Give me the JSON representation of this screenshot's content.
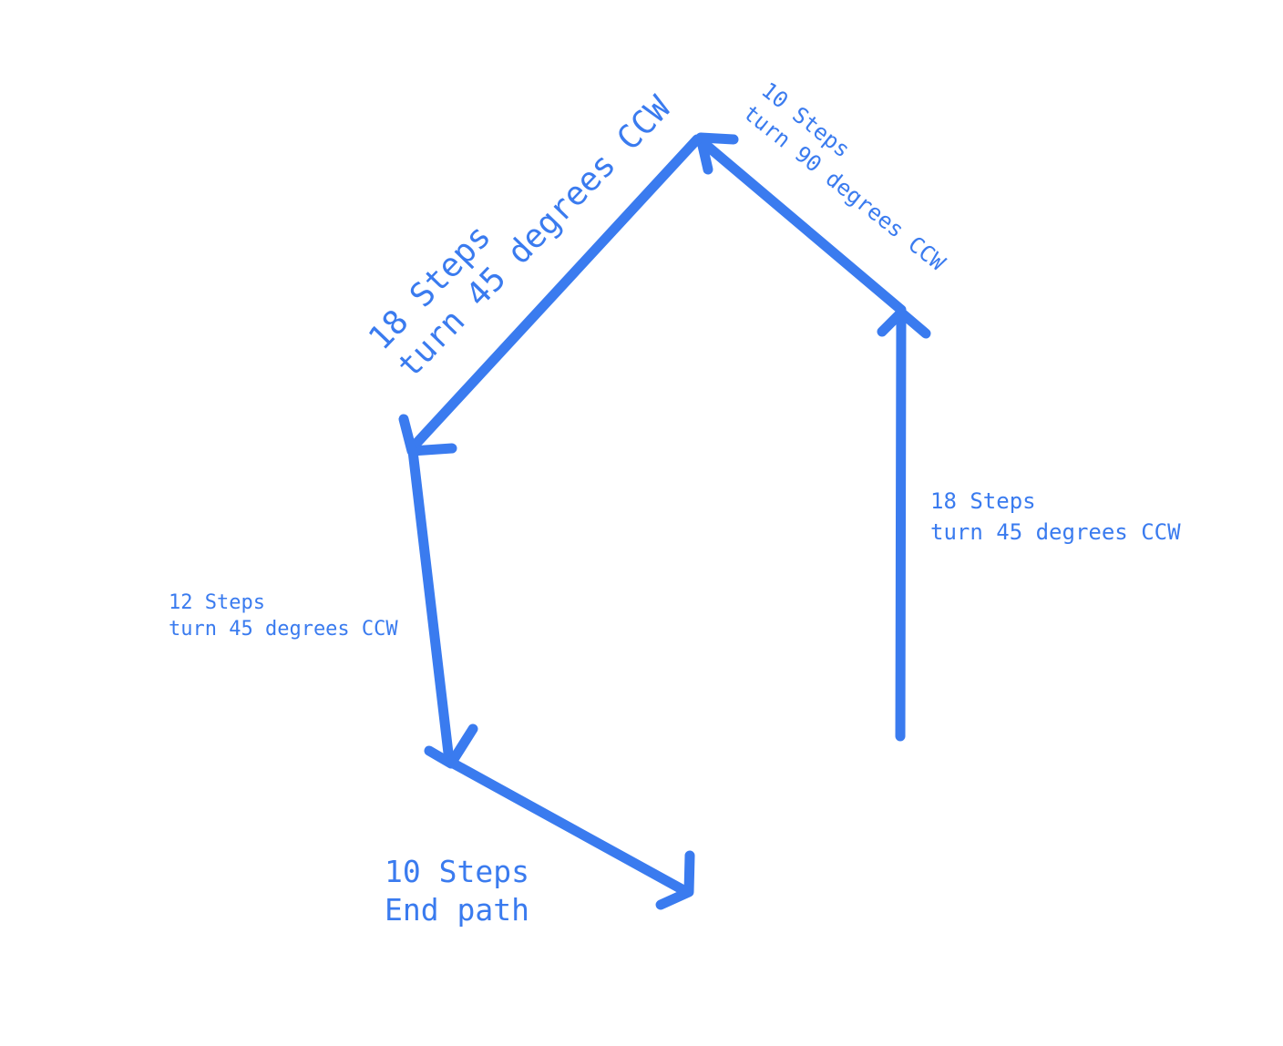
{
  "diagram": {
    "accent_color": "#3A7BEF",
    "background_color": "#FFFFFF",
    "segments": [
      {
        "id": "seg1",
        "label_line1": "18 Steps",
        "label_line2": "turn 45 degrees CCW"
      },
      {
        "id": "seg2",
        "label_line1": "10 Steps",
        "label_line2": "turn 90 degrees CCW"
      },
      {
        "id": "seg3",
        "label_line1": "18 Steps",
        "label_line2": "turn 45 degrees CCW"
      },
      {
        "id": "seg4",
        "label_line1": "12 Steps",
        "label_line2": "turn 45 degrees CCW"
      },
      {
        "id": "seg5",
        "label_line1": "10 Steps",
        "label_line2": "End path"
      }
    ]
  }
}
